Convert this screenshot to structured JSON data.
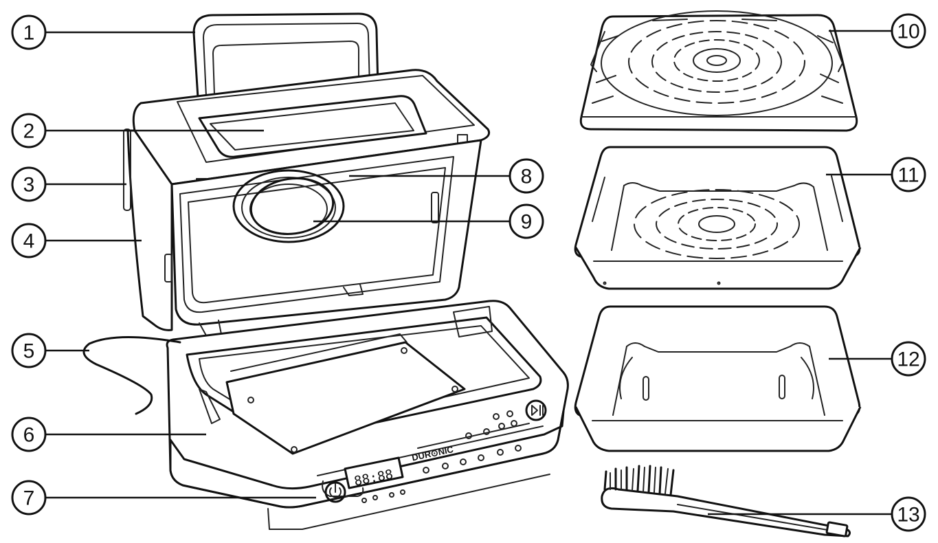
{
  "callouts": [
    {
      "label": "1"
    },
    {
      "label": "2"
    },
    {
      "label": "3"
    },
    {
      "label": "4"
    },
    {
      "label": "5"
    },
    {
      "label": "6"
    },
    {
      "label": "7"
    },
    {
      "label": "8"
    },
    {
      "label": "9"
    },
    {
      "label": "10"
    },
    {
      "label": "11"
    },
    {
      "label": "12"
    },
    {
      "label": "13"
    }
  ],
  "device": {
    "brand_text": "DUR⊙NIC",
    "display_digits": "88:88"
  },
  "icons": {
    "power": "power-icon",
    "start_pause": "play-pause-icon"
  }
}
